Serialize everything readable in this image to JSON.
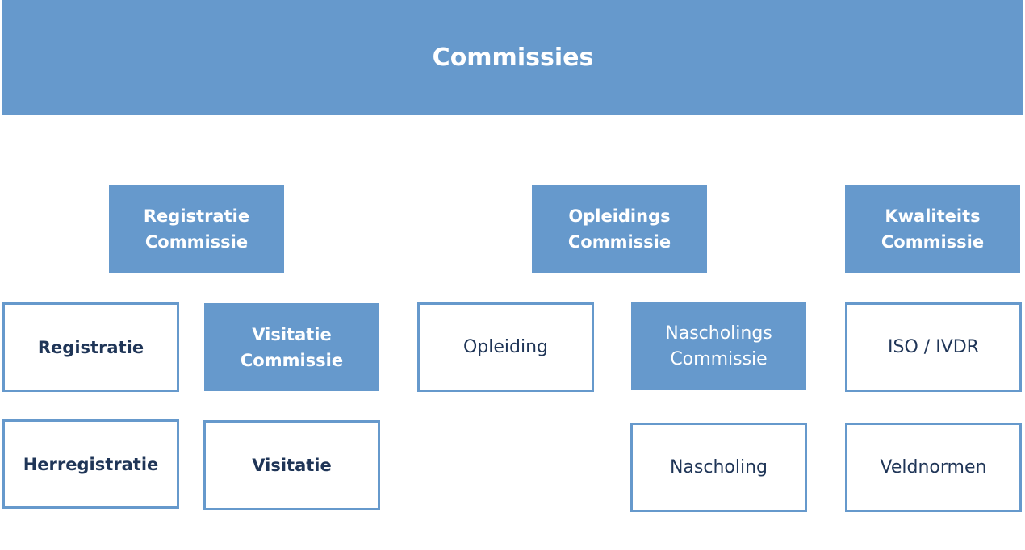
{
  "title": "Commissies",
  "colors": {
    "fill": "#6699cc",
    "border": "#6699cc",
    "dark_text": "#1f3557",
    "light_text": "#ffffff"
  },
  "committees": {
    "registratie": {
      "title": "Registratie\nCommissie",
      "items": [
        "Registratie",
        "Herregistratie"
      ],
      "sub": {
        "title": "Visitatie\nCommissie",
        "items": [
          "Visitatie"
        ]
      }
    },
    "opleidings": {
      "title": "Opleidings\nCommissie",
      "items": [
        "Opleiding"
      ],
      "sub": {
        "title": "Nascholings\nCommissie",
        "items": [
          "Nascholing"
        ]
      }
    },
    "kwaliteits": {
      "title": "Kwaliteits\nCommissie",
      "items": [
        "ISO / IVDR",
        "Veldnormen"
      ]
    }
  }
}
